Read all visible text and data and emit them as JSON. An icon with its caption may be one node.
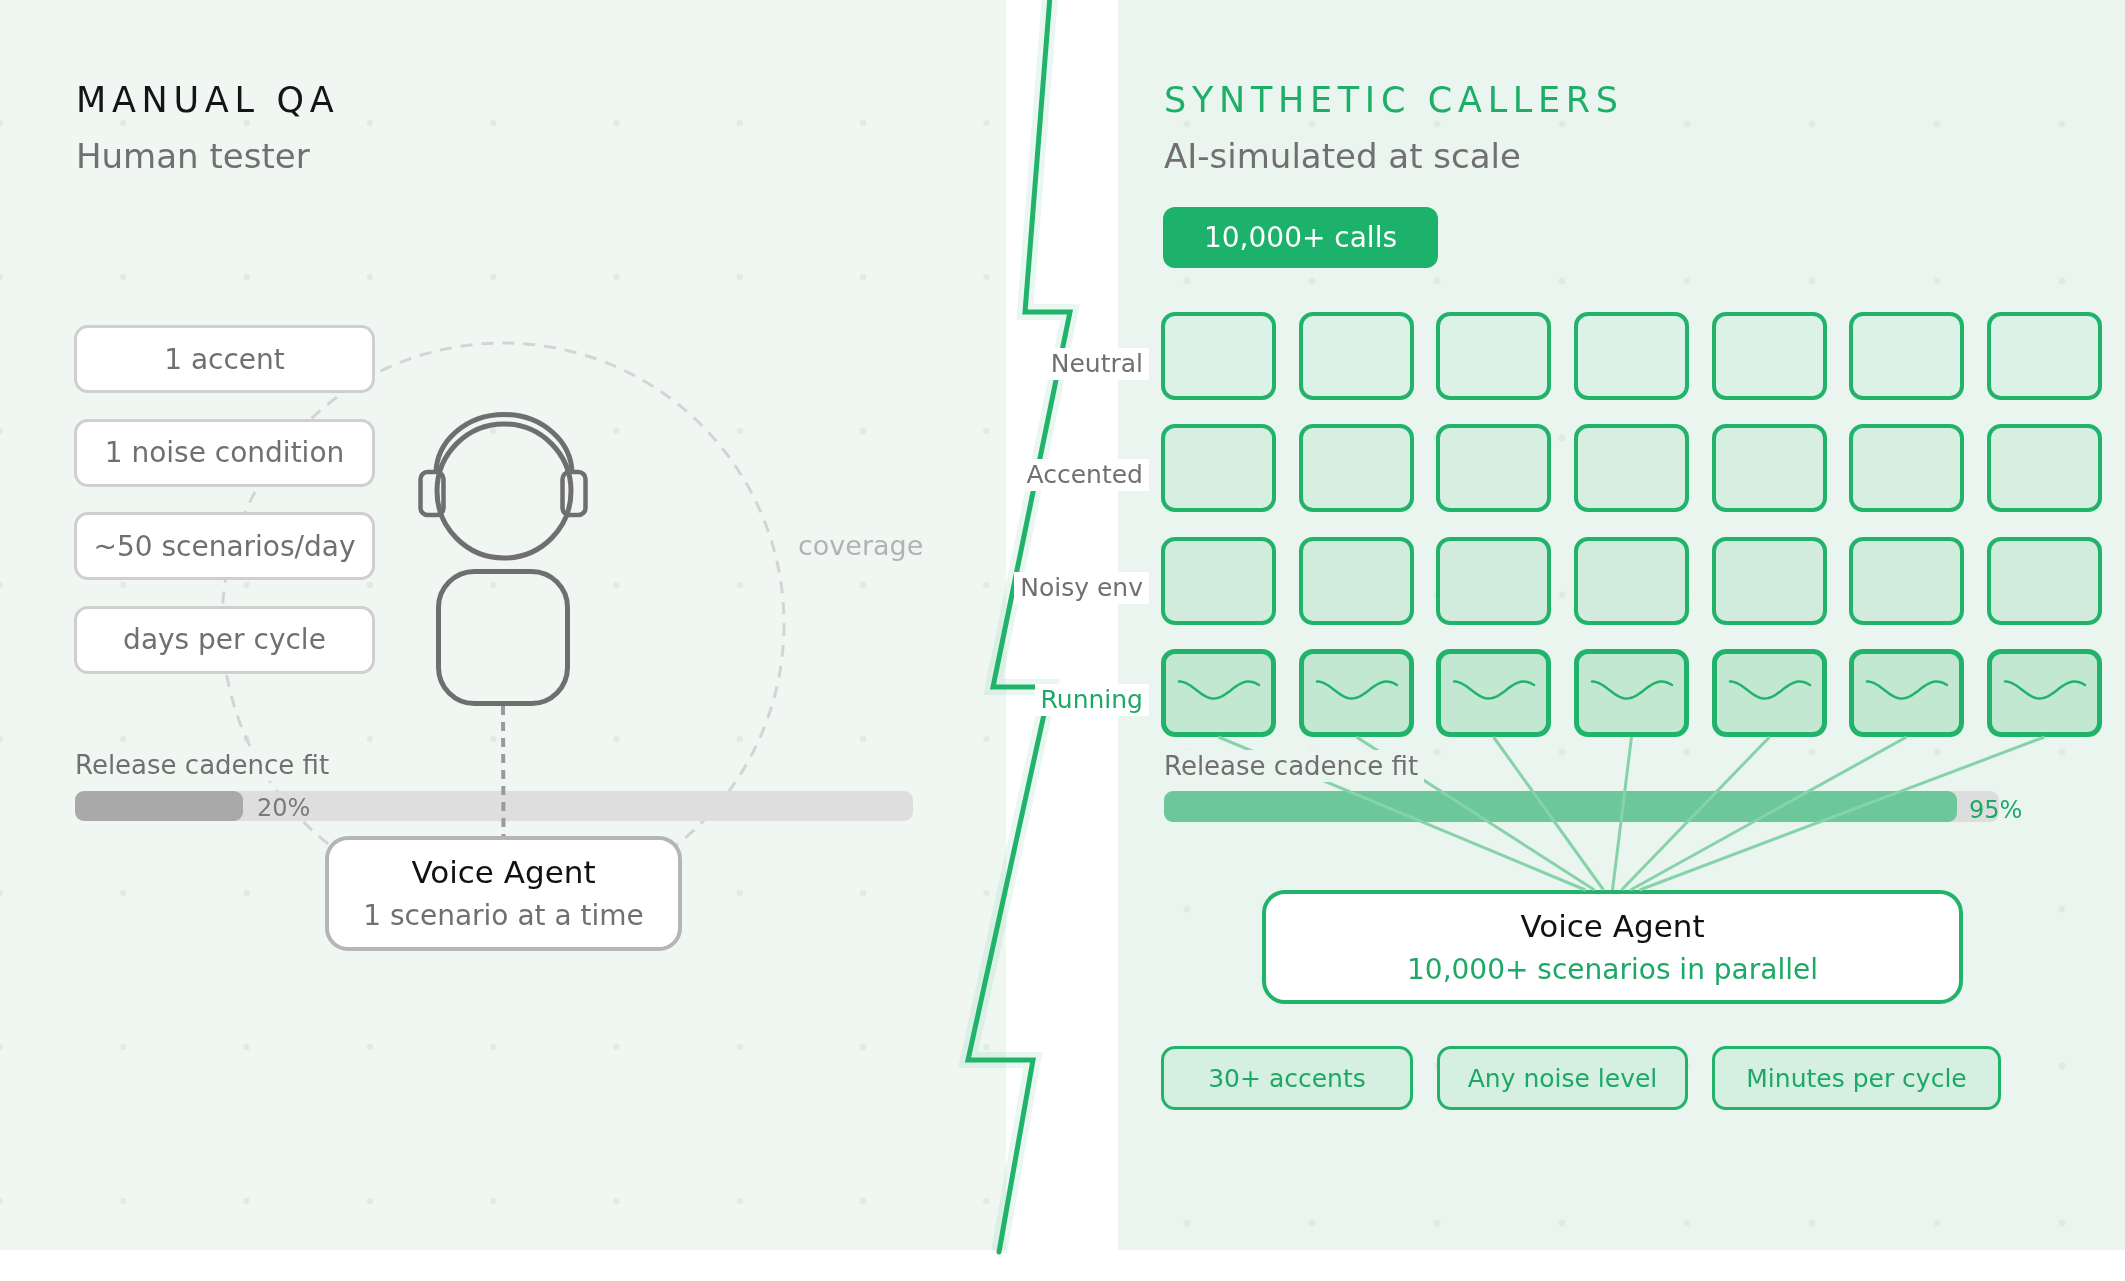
{
  "diagram": {
    "nodes": [
      {
        "text": [
          "MANUAL QA",
          "Human tester"
        ]
      },
      {
        "text": [
          "1 accent"
        ],
        "in": 0
      },
      {
        "text": [
          "1 noise condition"
        ],
        "in": 0
      },
      {
        "text": [
          "~50 scenarios/day"
        ],
        "in": 0
      },
      {
        "text": [
          "days per cycle"
        ],
        "in": 0
      },
      {
        "text": [],
        "shape": "person",
        "in": 0
      },
      {
        "text": [
          "Voice Agent",
          "1 scenario at a time"
        ],
        "in": 0
      },
      {
        "text": [
          "SYNTHETIC CALLERS",
          "AI-simulated at scale"
        ]
      },
      {
        "text": [
          "10,000+ calls"
        ],
        "in": 7
      },
      {
        "text": [],
        "shape": "box",
        "in": 7
      },
      {
        "text": [],
        "shape": "box",
        "in": 7
      },
      {
        "text": [],
        "shape": "box",
        "in": 7
      },
      {
        "text": [],
        "shape": "box",
        "in": 7
      },
      {
        "text": [],
        "shape": "box",
        "in": 7
      },
      {
        "text": [],
        "shape": "box",
        "in": 7
      },
      {
        "text": [],
        "shape": "box",
        "in": 7
      },
      {
        "text": [],
        "shape": "box",
        "in": 7
      },
      {
        "text": [],
        "shape": "box",
        "in": 7
      },
      {
        "text": [],
        "shape": "box",
        "in": 7
      },
      {
        "text": [],
        "shape": "box",
        "in": 7
      },
      {
        "text": [],
        "shape": "box",
        "in": 7
      },
      {
        "text": [],
        "shape": "box",
        "in": 7
      },
      {
        "text": [],
        "shape": "box",
        "in": 7
      },
      {
        "text": [],
        "shape": "box",
        "in": 7
      },
      {
        "text": [],
        "shape": "box",
        "in": 7
      },
      {
        "text": [],
        "shape": "box",
        "in": 7
      },
      {
        "text": [],
        "shape": "box",
        "in": 7
      },
      {
        "text": [],
        "shape": "box",
        "in": 7
      },
      {
        "text": [],
        "shape": "box",
        "in": 7
      },
      {
        "text": [],
        "shape": "box",
        "in": 7
      },
      {
        "text": [],
        "shape": "box",
        "in": 7
      },
      {
        "text": [],
        "shape": "box",
        "in": 7
      },
      {
        "text": [],
        "shape": "box",
        "in": 7
      },
      {
        "text": [],
        "shape": "box",
        "in": 7
      },
      {
        "text": [],
        "shape": "box",
        "in": 7
      },
      {
        "text": [],
        "shape": "box",
        "in": 7
      },
      {
        "text": [],
        "shape": "box",
        "in": 7
      },
      {
        "text": [
          "Voice Agent",
          "10,000+ scenarios in parallel"
        ],
        "in": 7
      },
      {
        "text": [
          "30+ accents"
        ],
        "in": 7
      },
      {
        "text": [
          "Any noise level"
        ],
        "in": 7
      },
      {
        "text": [
          "Minutes per cycle"
        ],
        "in": 7
      }
    ],
    "edges": [
      {
        "from": 5,
        "to": 6,
        "arrow": "none",
        "style": "dashed",
        "color": "#9a9a9a"
      },
      {
        "from": 30,
        "to": 37,
        "arrow": "none"
      },
      {
        "from": 31,
        "to": 37,
        "arrow": "none"
      },
      {
        "from": 32,
        "to": 37,
        "arrow": "none"
      },
      {
        "from": 33,
        "to": 37,
        "arrow": "none"
      },
      {
        "from": 34,
        "to": 37,
        "arrow": "none"
      },
      {
        "from": 35,
        "to": 37,
        "arrow": "none"
      },
      {
        "from": 36,
        "to": 37,
        "arrow": "none"
      }
    ],
    "labels": [
      "coverage",
      "Release cadence fit",
      "20%",
      "Neutral",
      "Accented",
      "Noisy env",
      "Running",
      "Release cadence fit",
      "95%"
    ]
  }
}
